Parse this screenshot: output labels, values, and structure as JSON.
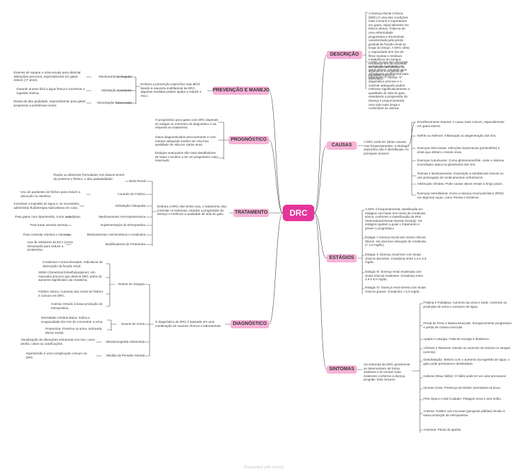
{
  "center": "DRC",
  "descricao": {
    "label": "DESCRIÇÃO",
    "p1": "A Doença Renal Crônica (DRC) é uma das condições mais comuns e importantes em gatos, especialmente em felinos idosos. Trata-se de uma enfermidade progressiva e irreversível, caracterizada pela perda gradual da função renal ao longo do tempo. A DRC afeta a capacidade dos rins de filtrar toxinas e resíduos metabólicos do sangue, resultando em um acúmulo de substâncias tóxicas no organismo e na perda de equilíbrio hídrico e eletrolítico.",
    "p2": "A DRC é uma das principais causas de morbidade em gatos idosos, exigindo uma abordagem multifatorial para tratamento e manejo. O diagnóstico precoce e o controle adequado podem melhorar significativamente a qualidade de vida do gato, retardando a progressão da doença e proporcionando uma vida mais longa e confortável ao animal."
  },
  "causas": {
    "label": "CAUSAS",
    "intro": "A DRC pode ter várias causas, mas frequentemente, a etiologia específica não é identificada. As principais incluem:",
    "items": [
      "Envelhecimento Natural: A causa mais comum, especialmente em gatos idosos.",
      "Nefrite ou Nefrose: Inflamação ou degeneração dos rins.",
      "Doenças Infecciosas: Infecções bacterianas (pielonefrite) e virais que afetam o tecido renal.",
      "Doenças Autoimunes: Como glomerulonefrite, onde o sistema imunológico ataca os glomérulos dos rins.",
      "Toxinas e Medicamentos: Exposição a substâncias tóxicas ou uso prolongado de medicamentos nefrotóxicos.",
      "Obstrução Urinária: Pode causar danos renais a longo prazo.",
      "Doenças Hereditárias: Como a doença renal policística (PKD) em algumas raças, como Persas e Exóticos."
    ]
  },
  "estagios": {
    "label": "ESTÁGIOS",
    "intro": "A DRC é frequentemente classificada em estágios com base nos níveis de creatinina sérica, conforme a classificação da IRIS (International Renal Interest Society). Os estágios ajudam a guiar o tratamento e prever o prognóstico.",
    "items": [
      "Estágio I: Doença inicial sem sinais clínicos óbvios. Há uma leve elevação de creatinina (< 1,6 mg/dL).",
      "Estágio II: Doença renal leve com sinais clínicos discretos. Creatinina entre 1,6 e 2,8 mg/dL.",
      "Estágio III: Doença renal moderada com sinais clínicos evidentes. Creatinina entre 2,9 e 5,0 mg/dL.",
      "Estágio IV: Doença renal severa com sinais clínicos graves. Creatinina > 5,0 mg/dL."
    ]
  },
  "sintomas": {
    "label": "SINTOMAS",
    "intro": "Os sintomas da DRC geralmente se desenvolvem de forma insidiosa e se tornam mais evidentes conforme a doença progride. Eles incluem:",
    "items": [
      "Poliúria e Polidipsia: Aumento da urina e Sede: Aumento na produção de urina e consumo de água.",
      "Perda de Peso e Massa Muscular: Emagrecimento progressivo e perda de massa muscular.",
      "Apatia e Letargia: Falta de energia e desânimo.",
      "Vômitos e Náuseas: Devido ao acúmulo de toxinas no sangue (uremia).",
      "Desidratação: Mesmo com o aumento da ingestão de água, o gato pode permanecer desidratado.",
      "Halitose (Mau Hálito): O hálito pode ter um odor amoniacal.",
      "Úlceras Orais: Presença de lesões ulcerativas na boca.",
      "Pelo Opaco e Mal Cuidado: Pelagem seca e sem brilho.",
      "Anemia: Palidez nas mucosas (gengivas pálidas) devido à baixa produção de eritropoetina.",
      "Anorexia: Perda de apetite."
    ]
  },
  "prevencao": {
    "label": "PREVENÇÃO E MANEJO",
    "intro": "Embora a prevenção específica seja difícil devido à natureza multifatorial da DRC, algumas medidas podem ajudar a reduzir o risco:",
    "items": [
      {
        "title": "Monitoramento Regular",
        "detail": "Exames de sangue e urina anuais para detectar alterações precoces, especialmente em gatos idosos (>7 anos)."
      },
      {
        "title": "Hidratação Constante",
        "detail": "Garantir acesso fácil a água fresca e incentivar a ingestão hídrica."
      },
      {
        "title": "Alimentação Balanceada",
        "detail": "Dietas de alta qualidade, especialmente para gatos propensos a problemas renais."
      }
    ]
  },
  "prognostico": {
    "label": "PROGNÓSTICO",
    "items": [
      "O prognóstico para gatos com DRC depende do estágio no momento do diagnóstico e da resposta ao tratamento.",
      "Gatos diagnosticados precocemente e com manejo adequado podem ter uma boa qualidade de vida por vários anos.",
      "Estágios avançados são mais desafiadores de tratar e tendem a ter um prognóstico mais reservado."
    ]
  },
  "tratamento": {
    "label": "TRATAMENTO",
    "intro": "Embora a DRC não tenha cura, o tratamento visa controlar os sintomas, retardar a progressão da doença e melhorar a qualidade de vida do gato.",
    "items": [
      {
        "title": "Dieta Renal",
        "detail": "Ração ou alimentos formulados com baixos teores de proteína e fósforo, e alta palatabilidade."
      },
      {
        "title": "Controle do Fósforo",
        "detail": "Uso de quelantes de fósforo para reduzir a absorção no intestino."
      },
      {
        "title": "Hidratação Adequada",
        "detail": "Incentivar a ingestão de água e, se necessário, administrar fluidoterapia subcutânea em casa."
      },
      {
        "title": "Medicamentos Anti-Hipertensivos",
        "detail": "Para gatos com hipertensão, como amlodipina."
      },
      {
        "title": "Suplementação de Eritropoetina",
        "detail": "Para tratar anemia severa."
      },
      {
        "title": "Medicamentos Anti-Eméticos e Antiácidos",
        "detail": "Para controlar vômitos e náuseas."
      },
      {
        "title": "Modificadores de Proteinúria",
        "detail": "Uso de inibidores da ECA (como benazepril) para reduzir a proteinúria."
      }
    ]
  },
  "diagnostico": {
    "label": "DIAGNÓSTICO",
    "intro": "O diagnóstico da DRC é baseado em uma combinação de exames clínicos e laboratoriais:",
    "sangue": {
      "title": "Exame de Sangue",
      "items": [
        "Creatinina e Ureia Elevadas: Indicativos de diminuição da função renal.",
        "SDMA (Simetrical Dimethylarginine): Um marcador precoce que detecta DRC antes do aumento significativo da creatinina.",
        "Fósforo Sérico: Aumento dos níveis de fósforo é comum em DRC.",
        "Anemia: Devido à baixa produção de eritropoetina."
      ]
    },
    "urina": {
      "title": "Exame de Urina",
      "items": [
        "Densidade Urinária Baixa: Indica a incapacidade dos rins de concentrar a urina.",
        "Proteinúria: Proteína na urina, indicando danos renais."
      ]
    },
    "ultra": {
      "title": "Ultrassonografia Abdominal",
      "detail": "Visualização de alterações estruturais nos rins, como atrofia, cistos ou calcificações."
    },
    "pressao": {
      "title": "Medida da Pressão Arterial",
      "detail": "Hipertensão é uma complicação comum na DRC."
    }
  },
  "footer": "Presented with xmind"
}
